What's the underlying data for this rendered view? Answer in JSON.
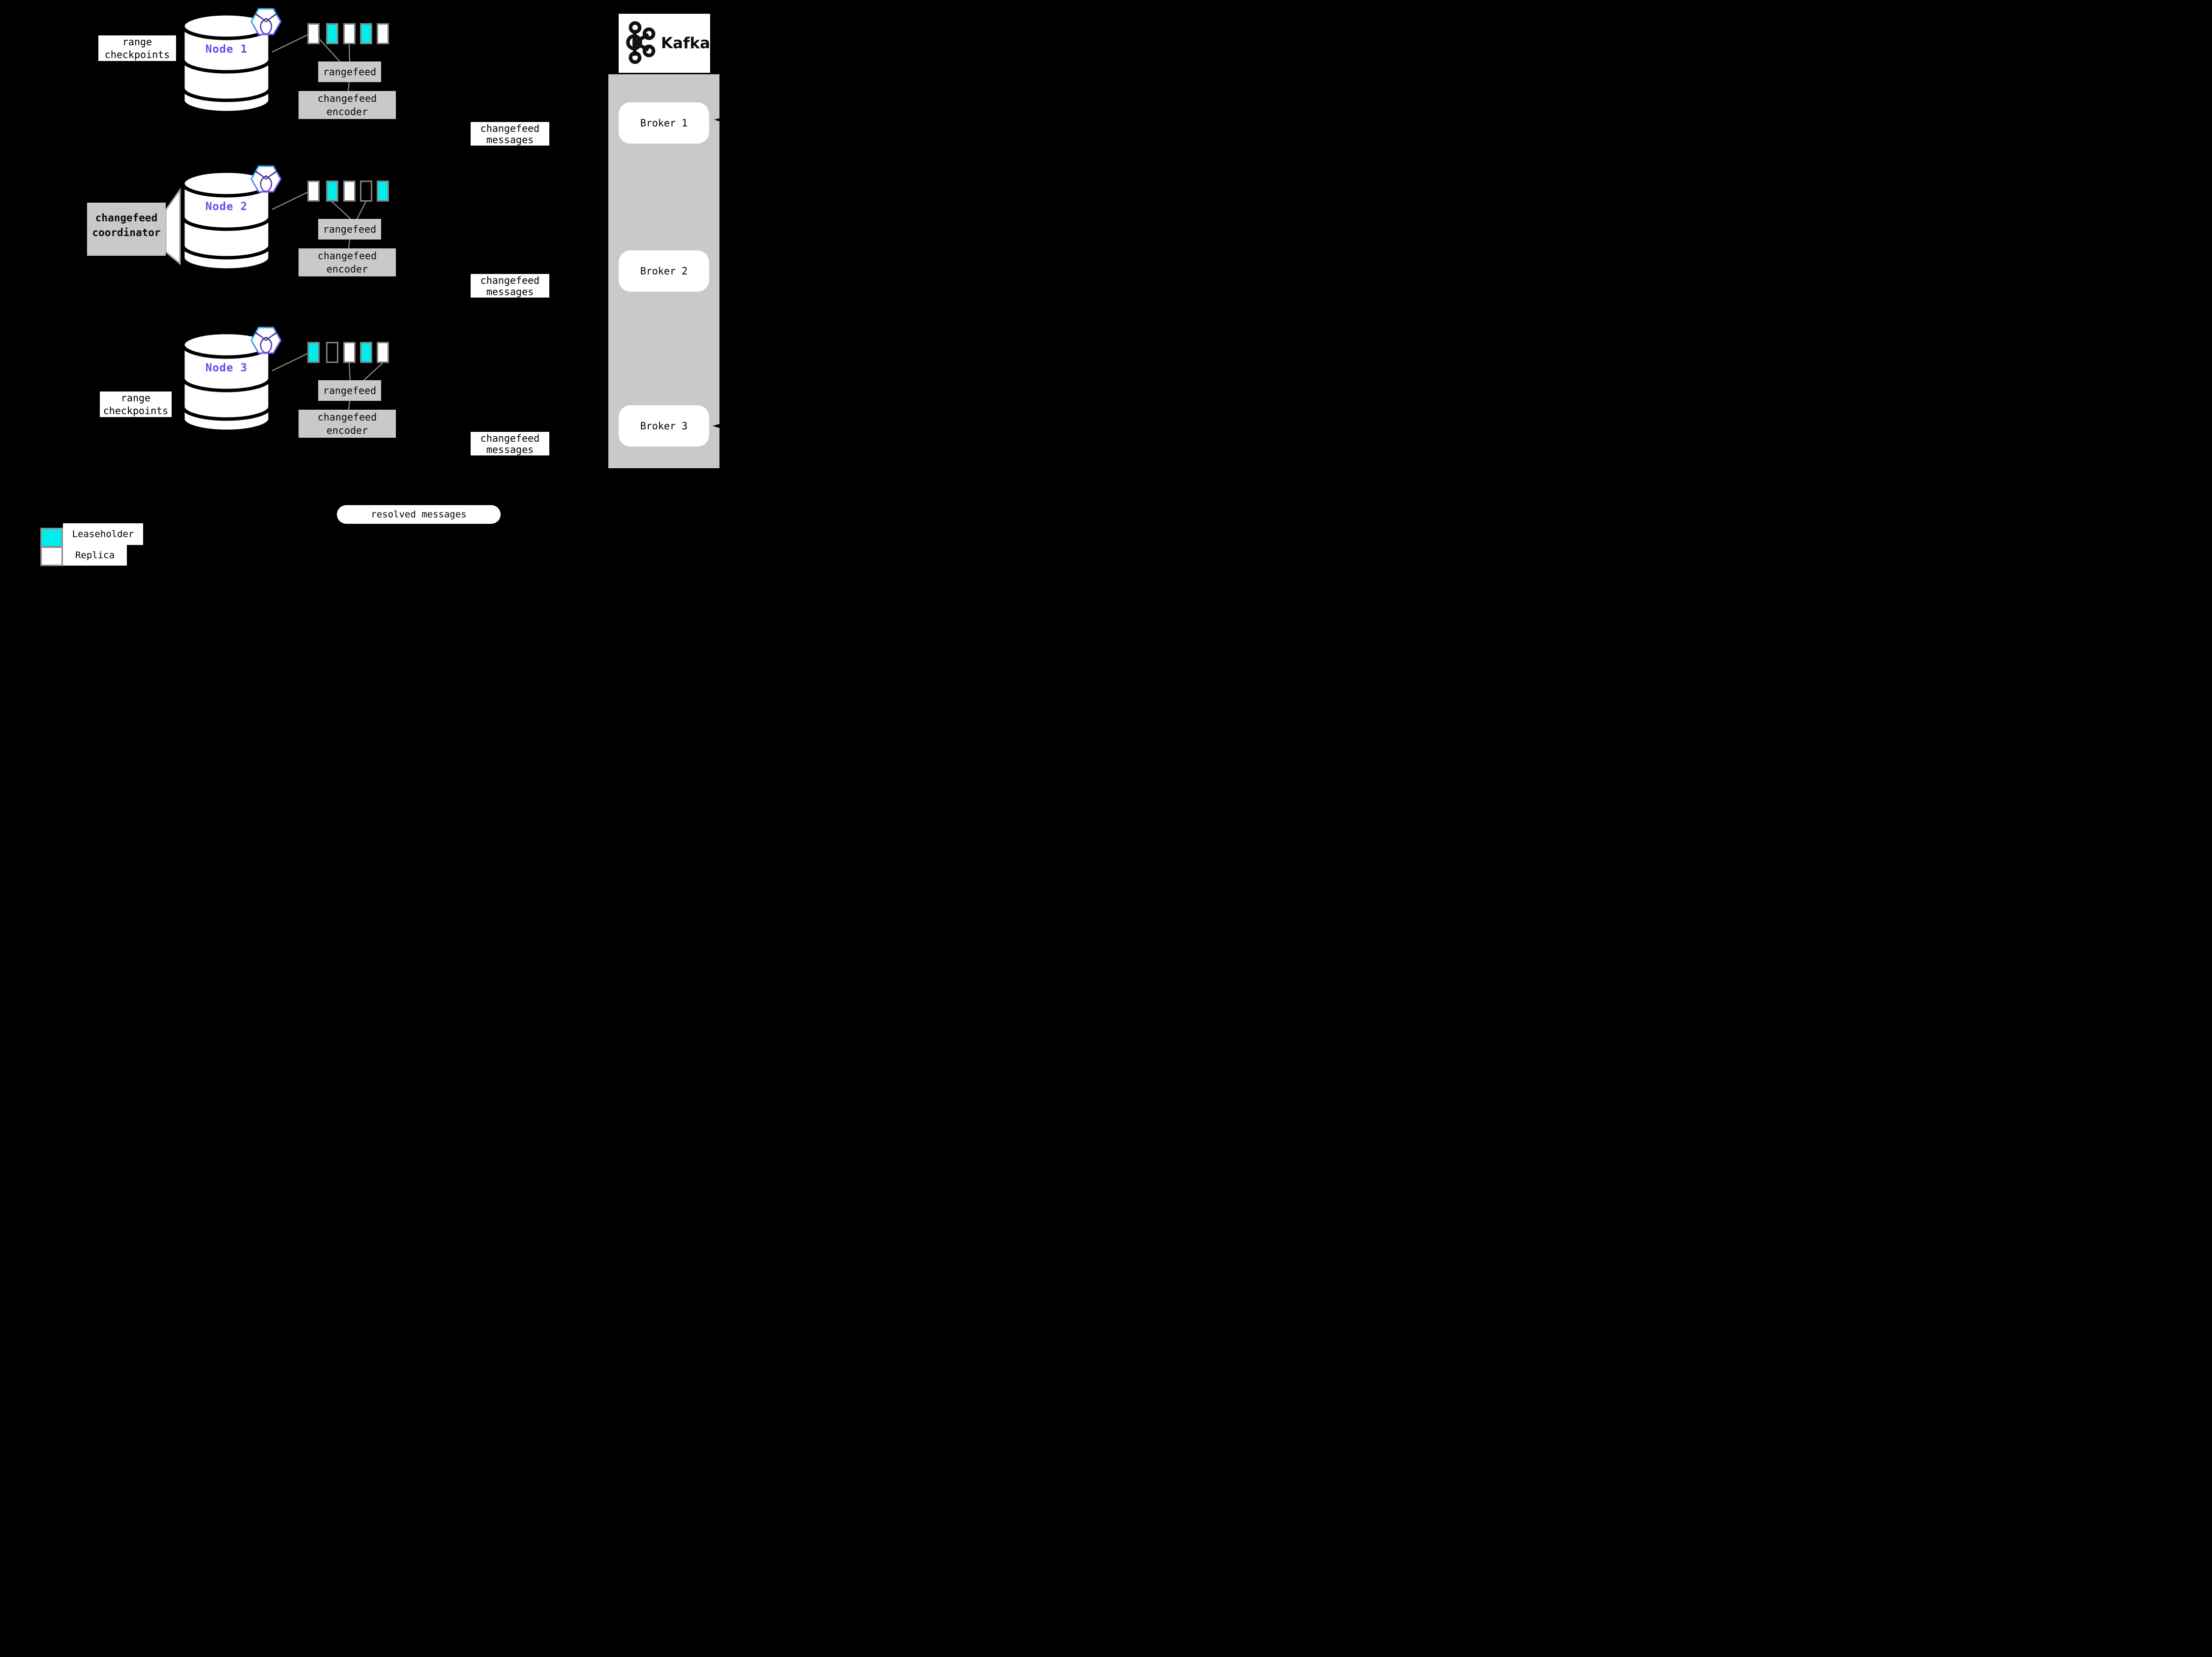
{
  "title": "CockroachDB changefeed to Kafka architecture diagram",
  "colors": {
    "background": "#000000",
    "leaseholder_fill": "#00eded",
    "replica_fill": "#ffffff",
    "gray_box": "#c9c9c9",
    "node_label_purple": "#6b46f0",
    "connector_gray": "#8c8c8c"
  },
  "nodes": [
    {
      "label": "Node 1",
      "caption_lines": [
        "range",
        "checkpoints"
      ],
      "ranges": [
        "replica",
        "leaseholder",
        "replica",
        "leaseholder",
        "replica"
      ],
      "rangefeed_label": "rangefeed",
      "encoder_lines": [
        "changefeed",
        "encoder"
      ],
      "messages_lines": [
        "changefeed",
        "messages"
      ]
    },
    {
      "label": "Node 2",
      "coordinator_lines": [
        "changefeed",
        "coordinator"
      ],
      "ranges": [
        "replica",
        "leaseholder",
        "replica",
        "empty",
        "leaseholder"
      ],
      "rangefeed_label": "rangefeed",
      "encoder_lines": [
        "changefeed",
        "encoder"
      ],
      "messages_lines": [
        "changefeed",
        "messages"
      ]
    },
    {
      "label": "Node 3",
      "caption_lines": [
        "range",
        "checkpoints"
      ],
      "ranges": [
        "leaseholder",
        "empty",
        "replica",
        "leaseholder",
        "replica"
      ],
      "rangefeed_label": "rangefeed",
      "encoder_lines": [
        "changefeed",
        "encoder"
      ],
      "messages_lines": [
        "changefeed",
        "messages"
      ]
    }
  ],
  "kafka": {
    "logo_text": "Kafka",
    "brokers": [
      "Broker 1",
      "Broker 2",
      "Broker 3"
    ]
  },
  "resolved_label": "resolved messages",
  "legend": [
    {
      "kind": "leaseholder",
      "label": "Leaseholder"
    },
    {
      "kind": "replica",
      "label": "Replica"
    }
  ]
}
